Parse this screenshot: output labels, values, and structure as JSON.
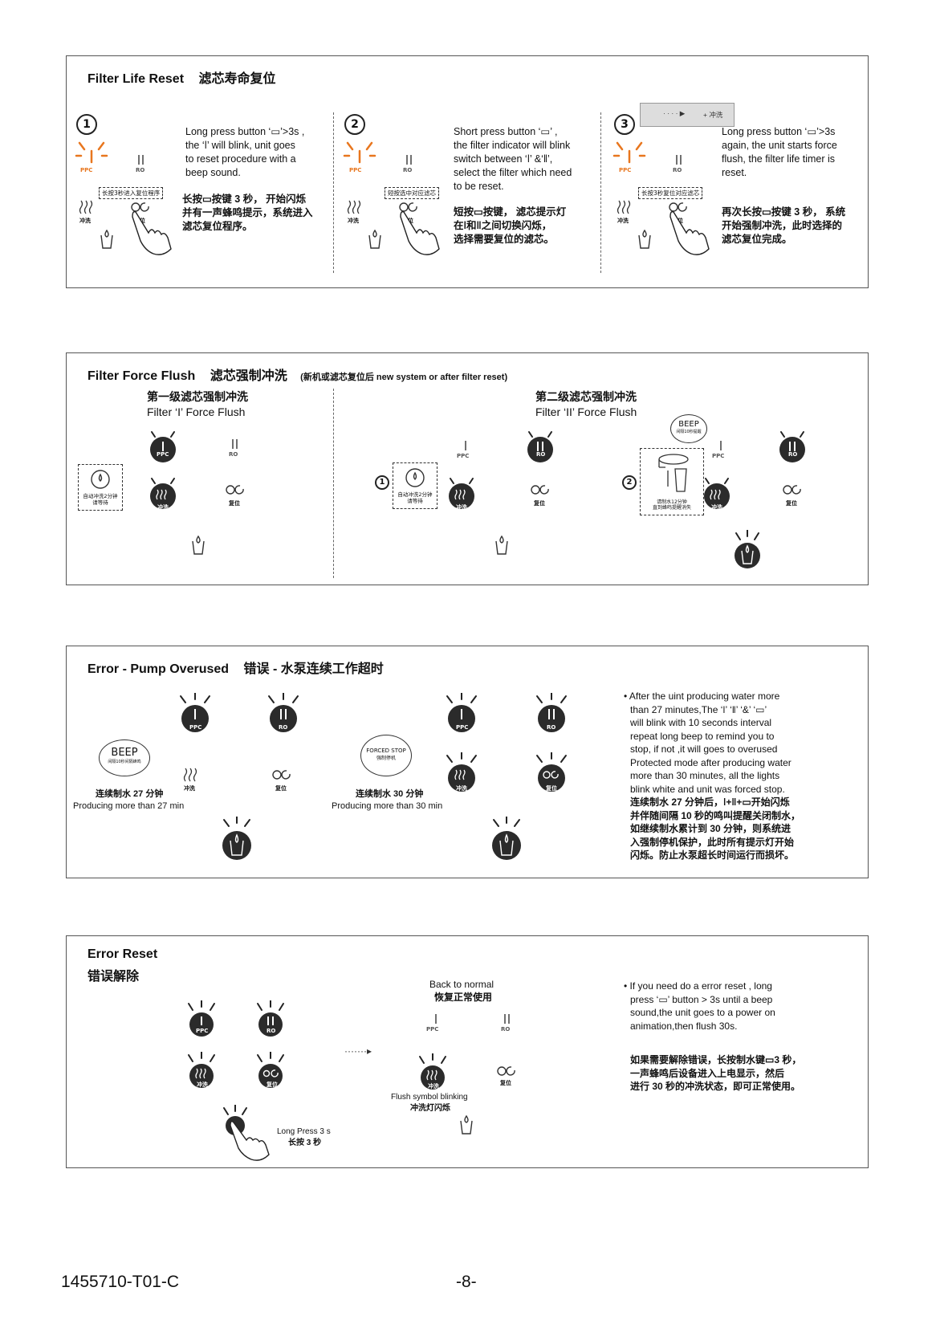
{
  "panel1": {
    "title_en": "Filter Life Reset",
    "title_cn": "滤芯寿命复位",
    "steps": [
      {
        "num": "1",
        "tag": "长按3秒进入复位程序",
        "en": [
          "Long press button ‘▭’>3s ,",
          "the ‘ǀ’ will blink, unit goes",
          "to reset procedure with a",
          "beep sound."
        ],
        "cn": [
          "长按▭按键 3 秒， 开始闪烁",
          "并有一声蜂鸣提示，系统进入",
          "滤芯复位程序。"
        ]
      },
      {
        "num": "2",
        "tag": "短按选中对应滤芯",
        "en": [
          "Short press button ‘▭’ ,",
          "the filter indicator will blink",
          "switch between ‘ǀ’ &‘ǁ’,",
          "select the filter which need",
          "to be reset."
        ],
        "cn": [
          "短按▭按键， 滤芯提示灯",
          "在ǀ和ǁ之间切换闪烁，",
          "选择需要复位的滤芯。"
        ]
      },
      {
        "num": "3",
        "tag": "长按3秒复位对应滤芯",
        "en": [
          "Long press button ‘▭’>3s",
          "again, the unit starts force",
          "flush, the filter life timer is",
          "reset."
        ],
        "cn": [
          "再次长按▭按键 3 秒， 系统",
          "开始强制冲洗，此时选择的",
          "滤芯复位完成。"
        ]
      }
    ],
    "ppc": "PPC",
    "ro": "RO",
    "flush": "冲洗",
    "reset": "复位",
    "arrow_note": "+ 冲洗"
  },
  "panel2": {
    "title_en": "Filter Force Flush",
    "title_cn": "滤芯强制冲洗",
    "note": "(新机或滤芯复位后 new system or after filter reset)",
    "left_cn": "第一级滤芯强制冲洗",
    "left_en": "Filter ‘I’ Force Flush",
    "right_cn": "第二级滤芯强制冲洗",
    "right_en": "Filter ‘II’ Force Flush",
    "auto1": "自动冲洗2分钟\n请等待",
    "auto2": "自动冲洗2分钟\n请等待",
    "manual": "请制水12分钟\n直到蜂鸣提醒消失",
    "beep": "BEEP",
    "beep_sub": "间隔10秒提醒",
    "ppc": "PPC",
    "ro": "RO",
    "flush": "冲洗",
    "reset": "复位"
  },
  "panel3": {
    "title_en": "Error  - Pump Overused",
    "title_cn": "错误   - 水泵连续工作超时",
    "beep": "BEEP",
    "beep_sub": "间隔10秒间隔蜂鸣",
    "forced": "FORCED STOP",
    "forced_sub": "强制停机",
    "left_cn": "连续制水 27 分钟",
    "left_en": "Producing more than 27 min",
    "mid_cn": "连续制水 30 分钟",
    "mid_en": "Producing more than 30 min",
    "desc_en": [
      "• After the uint producing water more",
      "than 27 minutes,The ‘ǀ’ ‘ǁ’ ‘&’ ‘▭’",
      "will blink with 10 seconds interval",
      "repeat long beep to remind you to",
      "stop, if not ,it will goes to overused",
      "Protected mode after producing water",
      "more than 30 minutes, all the lights",
      "blink white and unit was forced stop."
    ],
    "desc_cn": [
      "连续制水 27 分钟后，ǀ+ǁ+▭开始闪烁",
      "并伴随间隔 10 秒的鸣叫提醒关闭制水，",
      "如继续制水累计到 30 分钟，则系统进",
      "入强制停机保护，此时所有提示灯开始",
      "闪烁。防止水泵超长时间运行而损坏。"
    ],
    "ppc": "PPC",
    "ro": "RO",
    "flush": "冲洗",
    "reset": "复位"
  },
  "panel4": {
    "title_en": "Error Reset",
    "title_cn": "错误解除",
    "normal_en": "Back to normal",
    "normal_cn": "恢复正常使用",
    "flush_blink_en": "Flush symbol blinking",
    "flush_blink_cn": "冲洗灯闪烁",
    "long_en": "Long Press 3 s",
    "long_cn": "长按 3 秒",
    "desc_en": [
      "• If you need do a error reset , long",
      "press ‘▭’  button > 3s until a beep",
      "sound,the unit goes to a power on",
      "animation,then flush 30s."
    ],
    "desc_cn": [
      "如果需要解除错误，长按制水键▭3 秒，",
      "一声蜂鸣后设备进入上电显示，然后",
      "进行 30 秒的冲洗状态，即可正常使用。"
    ],
    "ppc": "PPC",
    "ro": "RO",
    "flush": "冲洗",
    "reset": "复位"
  },
  "footer": {
    "doc_code": "1455710-T01-C",
    "page": "-8-"
  },
  "colors": {
    "orange": "#e8761e",
    "dark": "#2b2b2b",
    "border": "#555555"
  }
}
